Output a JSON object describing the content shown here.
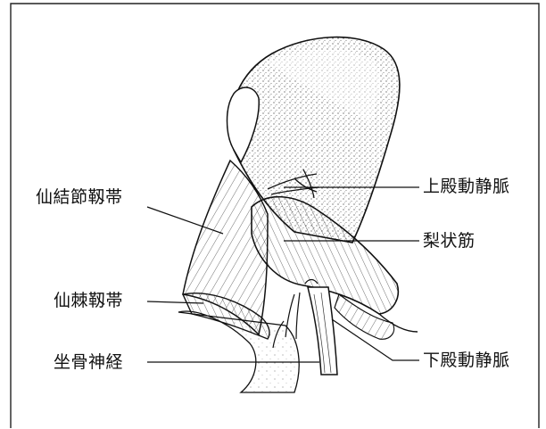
{
  "figure": {
    "labels": {
      "sacrotuberous_ligament": "仙結節靱帯",
      "sacrospinous_ligament": "仙棘靱帯",
      "sciatic_nerve": "坐骨神経",
      "superior_gluteal_vessels": "上殿動静脈",
      "piriformis": "梨状筋",
      "inferior_gluteal_vessels": "下殿動静脈"
    },
    "colors": {
      "ink": "#111111",
      "frame": "#222222",
      "background": "#ffffff"
    }
  }
}
